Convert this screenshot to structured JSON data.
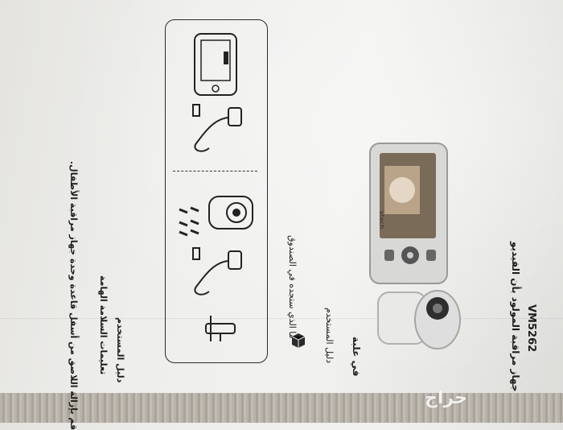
{
  "document": {
    "model": "VM5262",
    "product_title": "جهاز مراقبة المولود بأن الفيديو",
    "in_box_title": "في علبة",
    "manual_label": "دليل المستخدم",
    "box_contents_label": "ما الذي ستجده في الصندوق",
    "manual_label_2": "دليل المستخدم",
    "important_safety": "تعليمات السلامة الهامة",
    "base_mount_text": "قم بإزالة اللاصق من أسفل قاعدة وحدة جهاز مراقبة الأطفال."
  },
  "watermark": {
    "text": "حراج"
  },
  "icons": [
    "parent-unit-icon",
    "power-adapter-icon",
    "camera-unit-icon",
    "screw-anchor-icon",
    "wall-mount-bracket-icon",
    "box-icon"
  ]
}
